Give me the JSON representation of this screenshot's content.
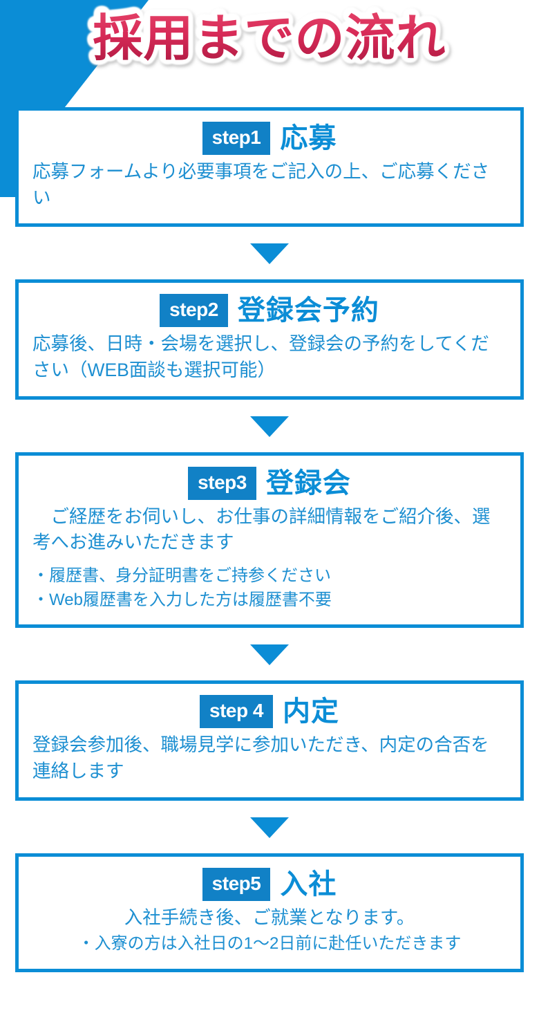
{
  "header": {
    "title": "採用までの流れ",
    "accent_blue": "#0b8dd6",
    "title_red_top": "#e44268",
    "title_red_bottom": "#a81a41"
  },
  "theme": {
    "border_blue": "#0b8dd6",
    "badge_blue": "#1181c6",
    "text_blue": "#1d8fd1",
    "title_blue": "#0b8dd6",
    "background": "#ffffff"
  },
  "steps": [
    {
      "badge": "step1",
      "title": "応募",
      "body": "応募フォームより必要事項をご記入の上、ご応募ください",
      "align": "left",
      "notes": []
    },
    {
      "badge": "step2",
      "title": "登録会予約",
      "body": "応募後、日時・会場を選択し、登録会の予約をしてください（WEB面談も選択可能）",
      "align": "left",
      "notes": []
    },
    {
      "badge": "step3",
      "title": "登録会",
      "body": "　ご経歴をお伺いし、お仕事の詳細情報をご紹介後、選考へお進みいただきます",
      "align": "left",
      "notes": [
        "・履歴書、身分証明書をご持参ください",
        "・Web履歴書を入力した方は履歴書不要"
      ]
    },
    {
      "badge": "step 4",
      "title": "内定",
      "body": "登録会参加後、職場見学に参加いただき、内定の合否を連絡します",
      "align": "left",
      "notes": []
    },
    {
      "badge": "step5",
      "title": "入社",
      "body": "入社手続き後、ご就業となります。",
      "align": "center",
      "notes": [
        "・入寮の方は入社日の1〜2日前に赴任いただきます"
      ]
    }
  ],
  "arrow_icon": "triangle-down-icon"
}
